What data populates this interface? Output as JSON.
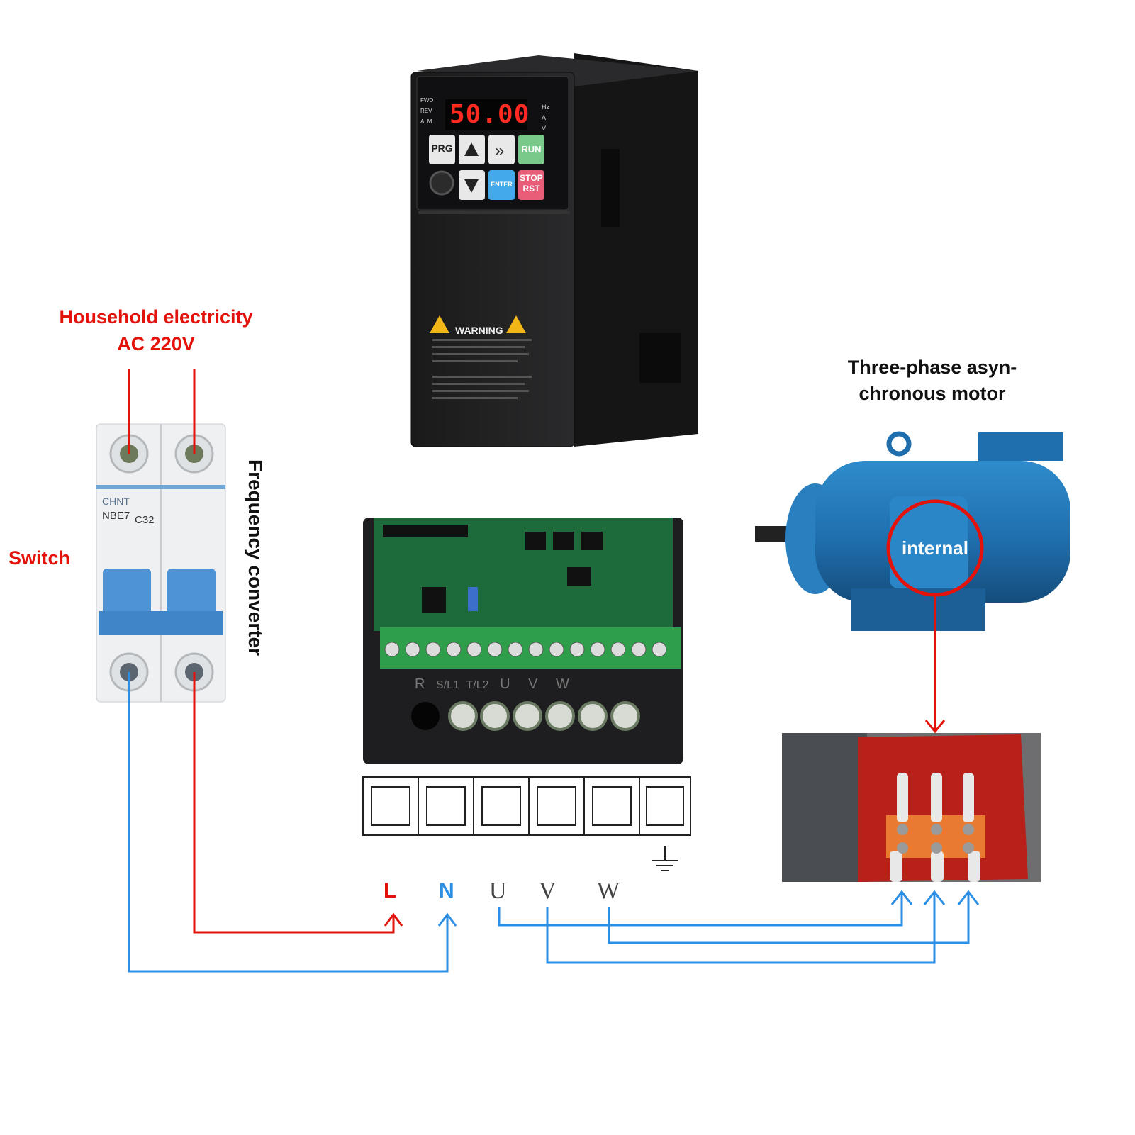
{
  "labels": {
    "household_line1": "Household electricity",
    "household_line2": "AC 220V",
    "switch": "Switch",
    "frequency_converter": "Frequency converter",
    "motor_line1": "Three-phase asyn-",
    "motor_line2": "chronous motor",
    "internal": "internal"
  },
  "terminals": {
    "L": "L",
    "N": "N",
    "U": "U",
    "V": "V",
    "W": "W"
  },
  "breaker": {
    "brand": "CHNT",
    "model": "NBE7",
    "rating": "C32"
  },
  "vfd": {
    "display": "50.00",
    "indicators": [
      "FWD",
      "REV",
      "ALM"
    ],
    "units": [
      "Hz",
      "A",
      "V"
    ],
    "keys": {
      "prg": "PRG",
      "run": "RUN",
      "enter": "ENTER",
      "stop_line1": "STOP",
      "stop_line2": "RST"
    },
    "warning_title": "WARNING",
    "power_terminals": [
      "R",
      "S/L1",
      "T/L2",
      "U",
      "V",
      "W"
    ]
  },
  "colors": {
    "red_wire": "#e3120b",
    "blue_wire": "#2b8fe6",
    "motor_blue": "#1f6fae",
    "vfd_body": "#1c1c1e",
    "pcb_green": "#1d6b3a"
  }
}
